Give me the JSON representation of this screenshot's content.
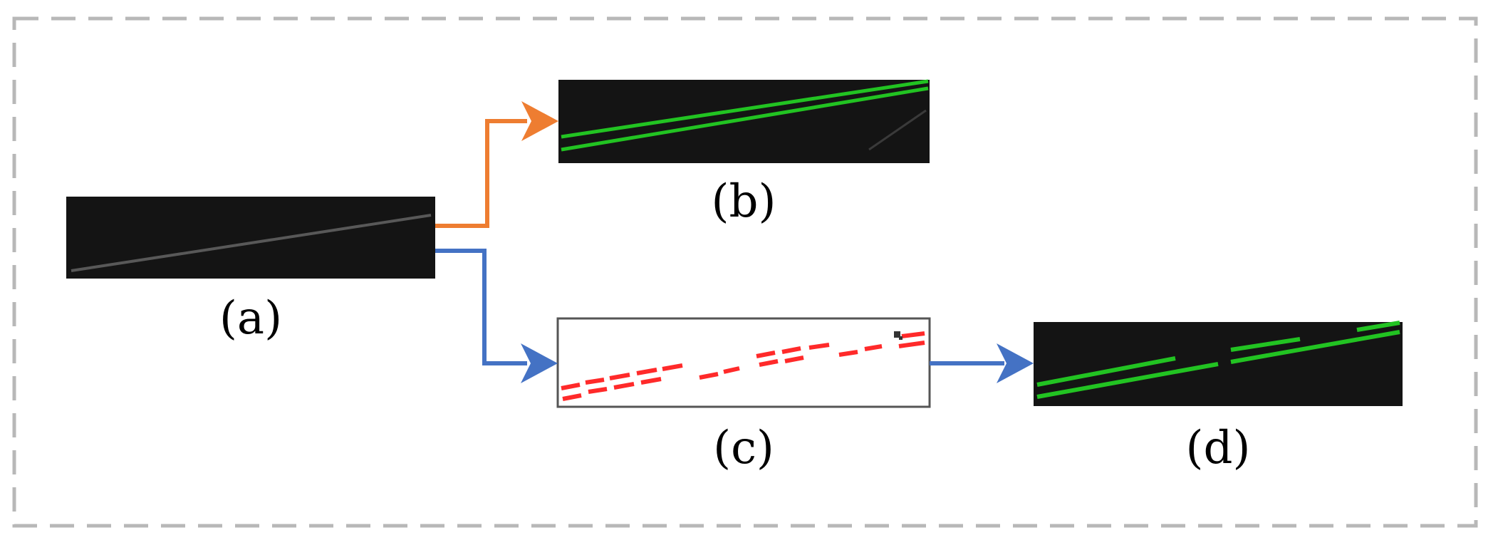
{
  "panels": [
    {
      "id": "a",
      "caption": "(a)"
    },
    {
      "id": "b",
      "caption": "(b)"
    },
    {
      "id": "c",
      "caption": "(c)"
    },
    {
      "id": "d",
      "caption": "(d)"
    }
  ],
  "colors": {
    "frame_border": "#b8b8b8",
    "arrow_orange": "#ee7d31",
    "arrow_blue": "#4472c4",
    "image_background": "#141414",
    "faint_line": "#6a6a6a",
    "fit_green": "#22c322",
    "segment_red": "#ff2a2a",
    "panel_c_border": "#555555"
  }
}
